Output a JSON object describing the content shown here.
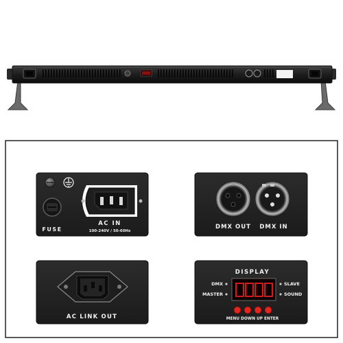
{
  "fuse_panel": {
    "fuse_label": "FUSE",
    "ac_in_label": "AC IN",
    "ac_in_rating": "100-240V / 50-60Hz"
  },
  "dmx_panel": {
    "dmx_out_label": "DMX OUT",
    "dmx_in_label": "DMX IN"
  },
  "link_panel": {
    "ac_link_out_label": "AC LINK OUT"
  },
  "display_panel": {
    "title": "DISPLAY",
    "left_labels": [
      "DMX",
      "MASTER"
    ],
    "right_labels": [
      "SLAVE",
      "SOUND"
    ],
    "buttons_label": "MENU DOWN UP ENTER",
    "led_color": "#d41a1a",
    "button_color": "#e0281e"
  }
}
